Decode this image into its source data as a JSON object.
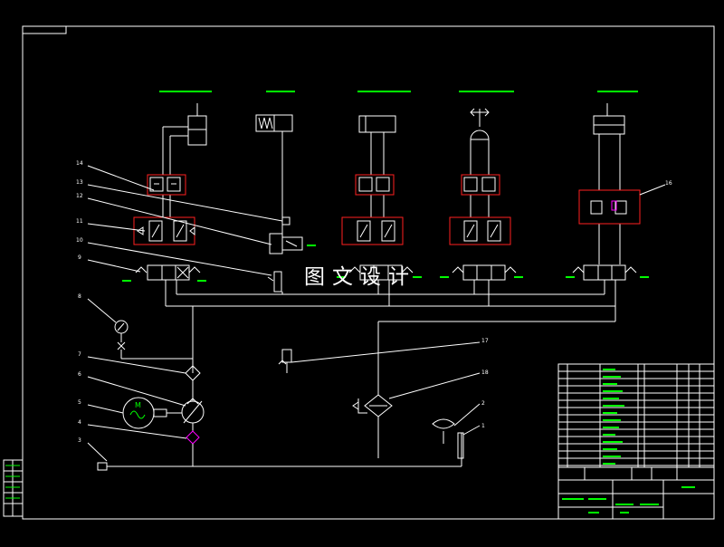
{
  "colors": {
    "background": "#000000",
    "line": "#ffffff",
    "label": "#00ff00",
    "highlight": "#ff2020",
    "accent": "#ff00ff"
  },
  "watermark": "图文设计",
  "titles": [
    "",
    "",
    "",
    "",
    ""
  ],
  "callouts": {
    "c14": "14",
    "c13": "13",
    "c12": "12",
    "c11": "11",
    "c10": "10",
    "c9": "9",
    "c8": "8",
    "c7": "7",
    "c6": "6",
    "c5": "5",
    "c4": "4",
    "c3": "3",
    "c2": "2",
    "c1": "1",
    "c17": "17",
    "c18": "18",
    "c16": "16",
    "m": "M"
  },
  "title_block": {
    "columns": [
      "",
      "",
      "",
      "",
      ""
    ]
  }
}
